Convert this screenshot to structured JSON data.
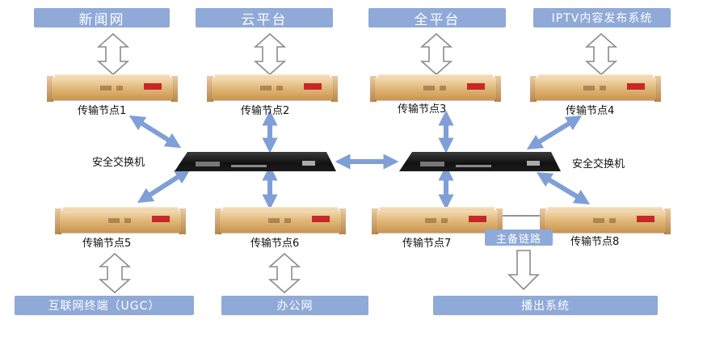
{
  "top_boxes": [
    {
      "id": "news",
      "label": "新闻网"
    },
    {
      "id": "cloud",
      "label": "云平台"
    },
    {
      "id": "all",
      "label": "全平台"
    },
    {
      "id": "iptv",
      "label": "IPTV内容发布系统"
    }
  ],
  "bottom_boxes": [
    {
      "id": "ugc",
      "label": "互联网终端（UGC）"
    },
    {
      "id": "office",
      "label": "办公网"
    },
    {
      "id": "broadcast",
      "label": "播出系统"
    }
  ],
  "nodes": [
    {
      "label": "传输节点1"
    },
    {
      "label": "传输节点2"
    },
    {
      "label": "传输节点3"
    },
    {
      "label": "传输节点4"
    },
    {
      "label": "传输节点5"
    },
    {
      "label": "传输节点6"
    },
    {
      "label": "传输节点7"
    },
    {
      "label": "传输节点8"
    }
  ],
  "switches": [
    {
      "label": "安全交换机"
    },
    {
      "label": "安全交换机"
    }
  ],
  "backup_link": {
    "label": "主备链路"
  },
  "colors": {
    "box_fill": "#8fa9d8",
    "arrow_blue": "#7f9fd6",
    "arrow_outline": "#8c8c8c"
  }
}
